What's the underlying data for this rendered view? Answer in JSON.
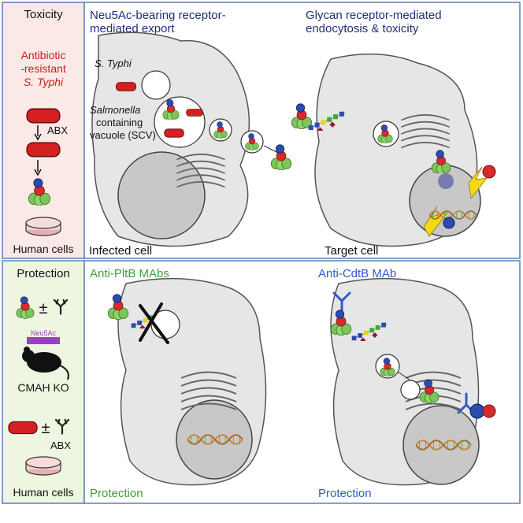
{
  "colors": {
    "navy": "#1f2f7a",
    "green": "#3f9e3a",
    "blue": "#2f5cc6",
    "red": "#c81e1e",
    "toxicity_bg": "#fbe9e7",
    "protection_bg": "#eef5e0",
    "cell_fill": "#e6e6e6",
    "nucleus_fill": "#c8c8c8",
    "border": "#5b7fb5",
    "neu5ac_bar": "#9b3fc2"
  },
  "toxicity": {
    "title": "Toxicity",
    "label_line1": "Antibiotic",
    "label_line2": "-resistant",
    "label_line3": "S. Typhi",
    "abx": "ABX",
    "human_cells": "Human cells"
  },
  "export_panel": {
    "title_line1": "Neu5Ac-bearing receptor-",
    "title_line2": "mediated export",
    "s_typhi": "S. Typhi",
    "scv_line1": "Salmonella",
    "scv_line2": "containing",
    "scv_line3": "vacuole (SCV)",
    "infected_cell": "Infected cell"
  },
  "endocytosis_panel": {
    "title_line1": "Glycan receptor-mediated",
    "title_line2": "endocytosis & toxicity",
    "target_cell": "Target cell"
  },
  "protection": {
    "title": "Protection",
    "pm": "±",
    "neu5ac": "Neu5Ac",
    "cmah_ko": "CMAH KO",
    "abx": "ABX",
    "human_cells": "Human cells"
  },
  "pltb_panel": {
    "title": "Anti-PltB MAbs",
    "footer": "Protection"
  },
  "cdtb_panel": {
    "title": "Anti-CdtB MAb",
    "footer": "Protection"
  }
}
